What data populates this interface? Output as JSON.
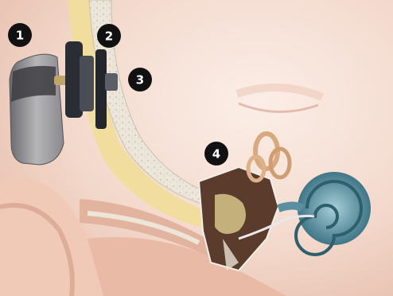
{
  "callouts": [
    {
      "id": "component-1",
      "number": "1"
    },
    {
      "id": "component-2",
      "number": "2"
    },
    {
      "id": "component-3",
      "number": "3"
    },
    {
      "id": "component-4",
      "number": "4"
    }
  ],
  "colors": {
    "skin": "#f2d6c8",
    "skin_shadow": "#e3b8a6",
    "bone": "#e9e4d6",
    "bone_pattern": "#cfc8b4",
    "fat": "#f0dc9a",
    "processor_body": "#8e8e92",
    "processor_dark": "#3a3a3d",
    "magnet": "#24272d",
    "implant_tissue": "#5a3a2c",
    "semicircular_canals": "#d7a779",
    "cochlea": "#5a8fa0",
    "badge": "#111111",
    "badge_text": "#ffffff"
  }
}
